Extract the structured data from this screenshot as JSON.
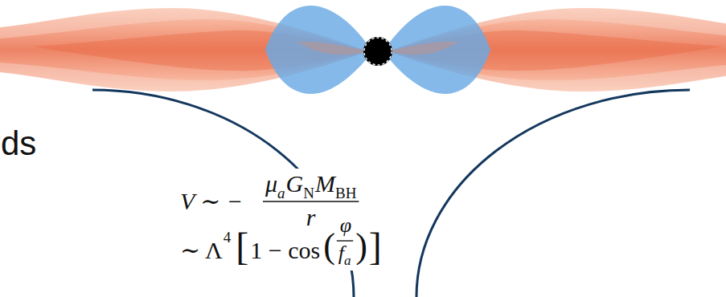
{
  "diagram": {
    "labels": [
      "ds",
      "V ∼ −",
      "μ",
      "a",
      "G",
      "N",
      "M",
      "BH",
      "r",
      "∼ Λ",
      "4",
      "[",
      "1 − cos",
      "(",
      "φ",
      "f",
      "a",
      ")",
      "]"
    ]
  }
}
